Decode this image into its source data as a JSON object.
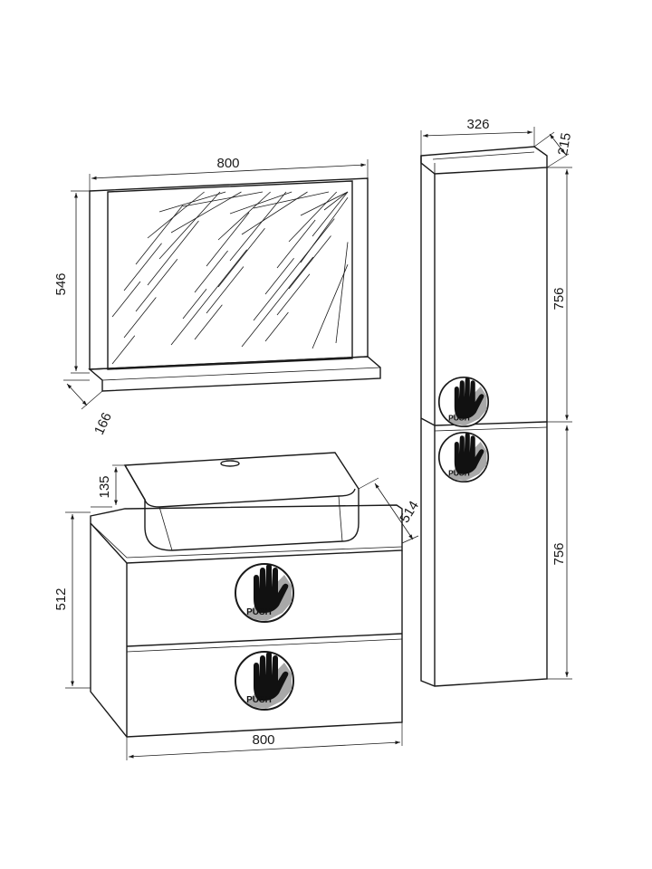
{
  "mirror": {
    "width_label": "800",
    "height_label": "546",
    "depth_label": "166"
  },
  "column": {
    "width_label": "326",
    "depth_label": "215",
    "upper_height_label": "756",
    "lower_height_label": "756",
    "push_upper": "PUSH",
    "push_lower": "PUSH"
  },
  "vanity": {
    "basin_height_label": "135",
    "depth_label": "514",
    "height_label": "512",
    "width_label": "800",
    "push_upper": "PUSH",
    "push_lower": "PUSH"
  },
  "colors": {
    "line": "#1a1a1a",
    "background": "#ffffff"
  },
  "icons": [
    "hand-push-icon"
  ]
}
